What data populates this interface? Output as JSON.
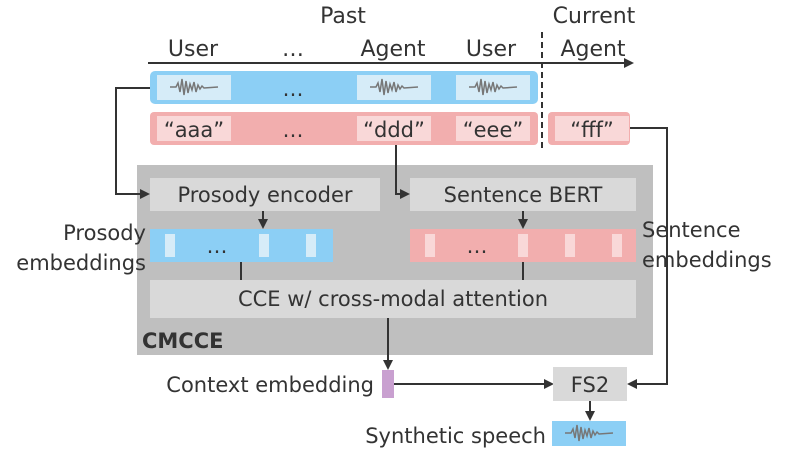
{
  "header": {
    "past": "Past",
    "current": "Current",
    "user1": "User",
    "ellipsis": "…",
    "agent1": "Agent",
    "user2": "User",
    "agent2": "Agent"
  },
  "text_row": {
    "t1": "“aaa”",
    "ellipsis": "…",
    "t2": "“ddd”",
    "t3": "“eee”",
    "t4": "“fff”"
  },
  "audio_row": {
    "ellipsis": "…"
  },
  "model": {
    "prosody_encoder": "Prosody encoder",
    "sentence_bert": "Sentence BERT",
    "prosody_embeddings_1": "Prosody",
    "prosody_embeddings_2": "embeddings",
    "sentence_embeddings_1": "Sentence",
    "sentence_embeddings_2": "embeddings",
    "emb_ellipsis": "…",
    "cce": "CCE w/ cross-modal attention",
    "cmcce": "CMCCE"
  },
  "output": {
    "context_embedding": "Context embedding",
    "fs2": "FS2",
    "synthetic_speech": "Synthetic speech"
  },
  "colors": {
    "blue": "#8ccff5",
    "red": "#f2aeae",
    "gray": "#bfbfbf",
    "light_gray": "#d9d9d9",
    "purple": "#c9a0d0"
  }
}
